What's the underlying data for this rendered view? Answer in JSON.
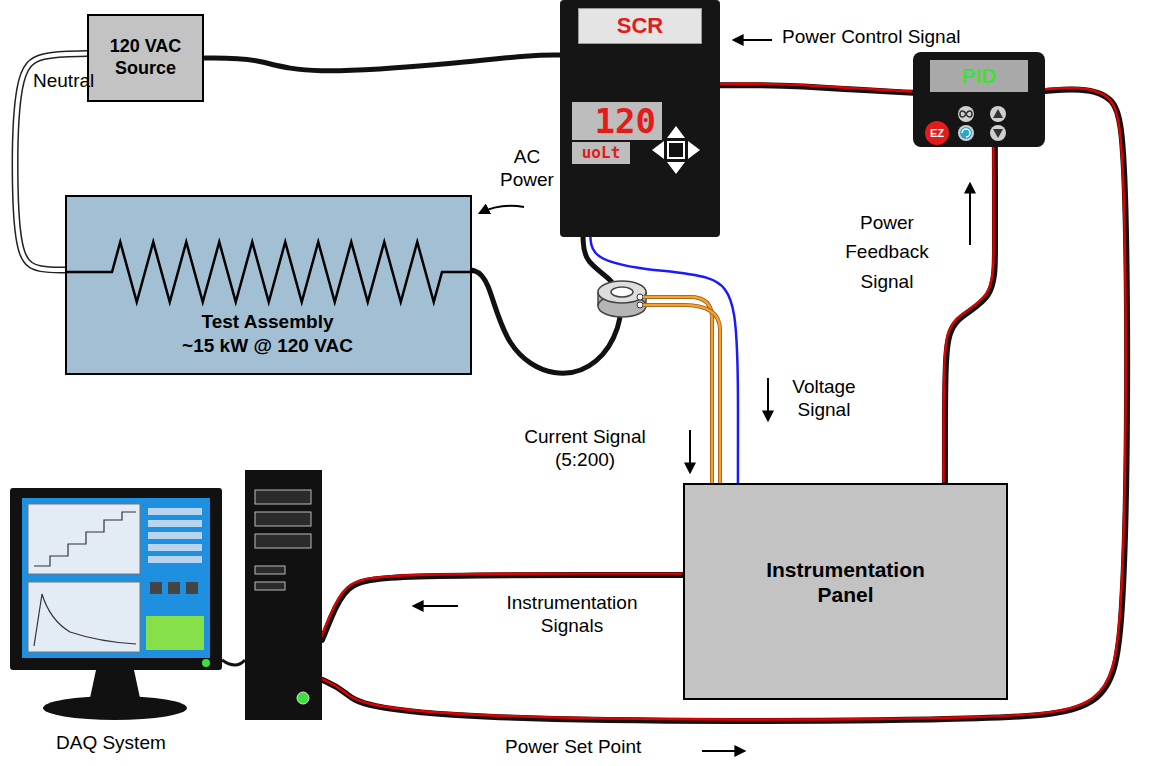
{
  "diagram": {
    "nodes": [
      {
        "text": [
          "120 VAC Source"
        ]
      },
      {
        "text": [
          "SCR",
          "120",
          "uoLt"
        ]
      },
      {
        "text": [
          "PID",
          "EZ"
        ]
      },
      {
        "text": [
          "Test Assembly",
          "~15 kW @ 120 VAC"
        ]
      },
      {
        "text": [
          "Instrumentation Panel"
        ]
      },
      {
        "text": [
          "DAQ System"
        ]
      }
    ],
    "edges": [
      {
        "from": 0,
        "to": 1,
        "arrow": "none"
      },
      {
        "from": 0,
        "to": 3,
        "arrow": "none"
      },
      {
        "from": 1,
        "to": 3,
        "arrow": "none"
      },
      {
        "from": 1,
        "to": 4,
        "arrow": "none"
      },
      {
        "from": 2,
        "to": 1,
        "arrow": "none"
      },
      {
        "from": 4,
        "to": 2,
        "arrow": "none"
      },
      {
        "from": 4,
        "to": 5,
        "arrow": "none"
      },
      {
        "from": 5,
        "to": 2,
        "arrow": "none"
      }
    ],
    "labels": [
      "Neutral",
      "AC Power",
      "Power Control Signal",
      "Power Feedback Signal",
      "Voltage Signal",
      "Current Signal (5:200)",
      "Instrumentation Signals",
      "Power Set Point"
    ]
  }
}
